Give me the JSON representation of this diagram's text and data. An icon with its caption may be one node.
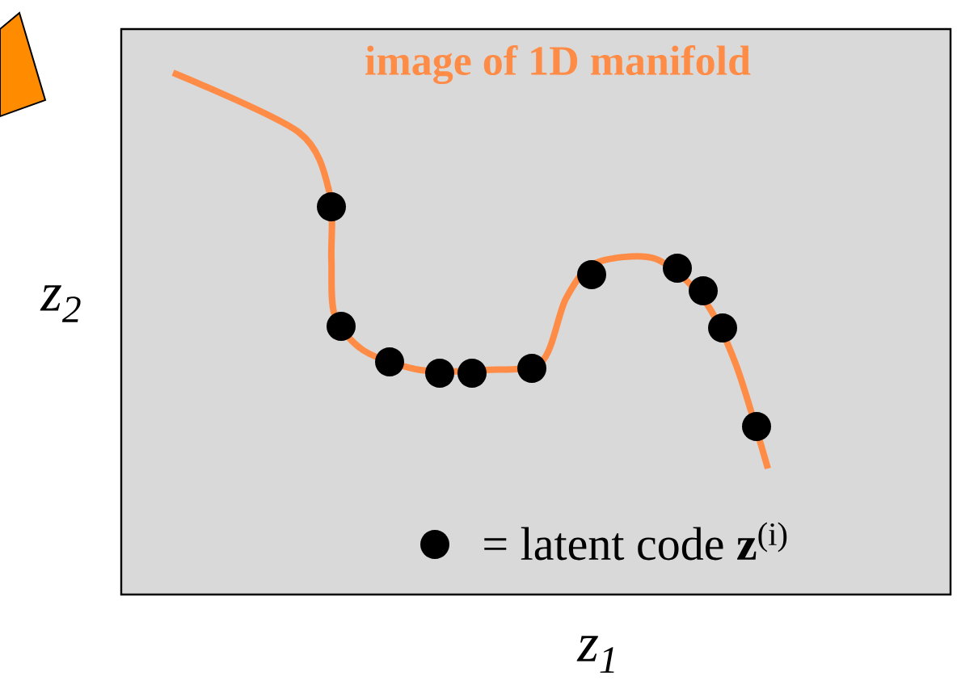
{
  "diagram": {
    "labels": [
      "image of 1D manifold",
      "z$_{2}$",
      "z$_{1}$"
    ],
    "legend": [
      {
        "text": "= latent code **z**$^{(i)}$"
      }
    ]
  }
}
